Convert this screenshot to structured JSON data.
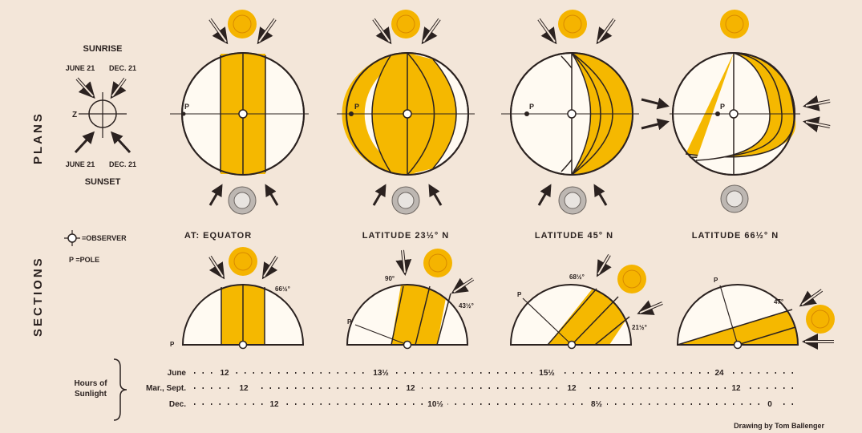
{
  "side_labels": {
    "plans": "PLANS",
    "sections": "SECTIONS"
  },
  "key": {
    "sunrise": "SUNRISE",
    "sunset": "SUNSET",
    "june_top": "JUNE 21",
    "dec_top": "DEC. 21",
    "june_bottom": "JUNE 21",
    "dec_bottom": "DEC. 21",
    "z_label": "Z",
    "observer": "=OBSERVER",
    "pole": "P  =POLE"
  },
  "latitudes": [
    {
      "label": "AT:  EQUATOR",
      "section_angle": "66½°",
      "section_angle2": "",
      "pole": "P"
    },
    {
      "label": "LATITUDE 23½° N",
      "section_angle": "90°",
      "section_angle2": "43½°",
      "pole": "P"
    },
    {
      "label": "LATITUDE 45° N",
      "section_angle": "68½°",
      "section_angle2": "21½°",
      "pole": "P"
    },
    {
      "label": "LATITUDE 66½° N",
      "section_angle": "47°",
      "section_angle2": "",
      "pole": "P"
    }
  ],
  "sunlight": {
    "title_line1": "Hours of",
    "title_line2": "Sunlight",
    "rows": [
      {
        "label": "June",
        "values": [
          "12",
          "13½",
          "15½",
          "24"
        ]
      },
      {
        "label": "Mar., Sept.",
        "values": [
          "12",
          "12",
          "12",
          "12"
        ]
      },
      {
        "label": "Dec.",
        "values": [
          "12",
          "10½",
          "8½",
          "0"
        ]
      }
    ]
  },
  "credit": "Drawing by Tom Ballenger",
  "colors": {
    "background": "#f3e6d9",
    "band": "#f5b800",
    "sun": "#f5b400",
    "ink": "#2b2220"
  }
}
